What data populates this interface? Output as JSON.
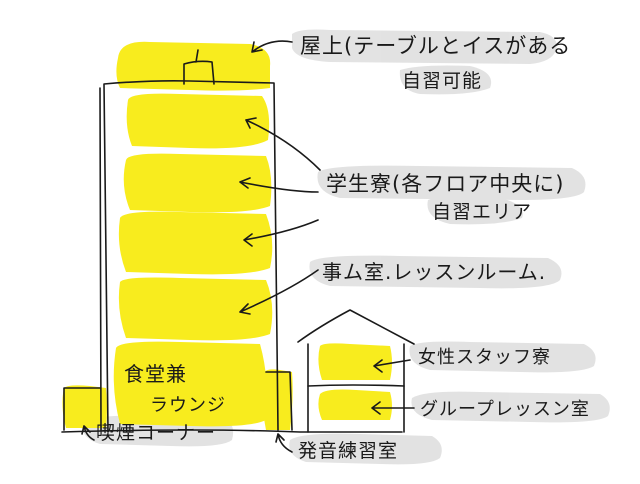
{
  "colors": {
    "highlight": "#f8ec1e",
    "label_background": "#dedede",
    "ink": "#1a1a1a",
    "background": "#ffffff"
  },
  "labels": {
    "rooftop_line1": "屋上(テーブルとイスがある",
    "rooftop_line2": "自習可能",
    "dorm_line1": "学生寮(各フロア中央に)",
    "dorm_line2": "自習エリア",
    "office": "事ム室.レッスンルーム.",
    "cafeteria": "食堂兼",
    "lounge": "ラウンジ",
    "female_staff": "女性スタッフ寮",
    "group_lesson": "グループレッスン室",
    "smoking": "喫煙コーナー",
    "pronunciation": "発音練習室"
  }
}
